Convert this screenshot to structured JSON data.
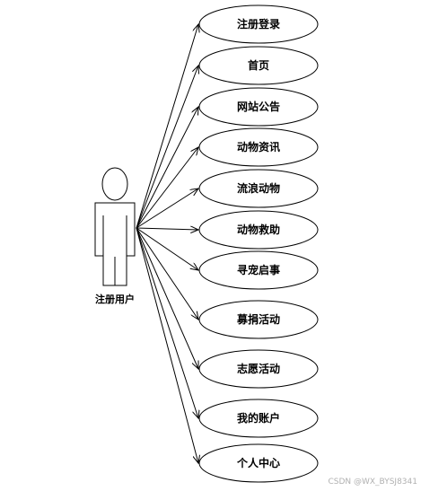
{
  "actor": {
    "label": "注册用户"
  },
  "use_cases": [
    {
      "label": "注册登录"
    },
    {
      "label": "首页"
    },
    {
      "label": "网站公告"
    },
    {
      "label": "动物资讯"
    },
    {
      "label": "流浪动物"
    },
    {
      "label": "动物救助"
    },
    {
      "label": "寻宠启事"
    },
    {
      "label": "募捐活动"
    },
    {
      "label": "志愿活动"
    },
    {
      "label": "我的账户"
    },
    {
      "label": "个人中心"
    }
  ],
  "watermark": "CSDN @WX_BYSJ8341",
  "colors": {
    "stroke": "#000000",
    "background": "#ffffff",
    "watermark": "#b0b0b0"
  }
}
